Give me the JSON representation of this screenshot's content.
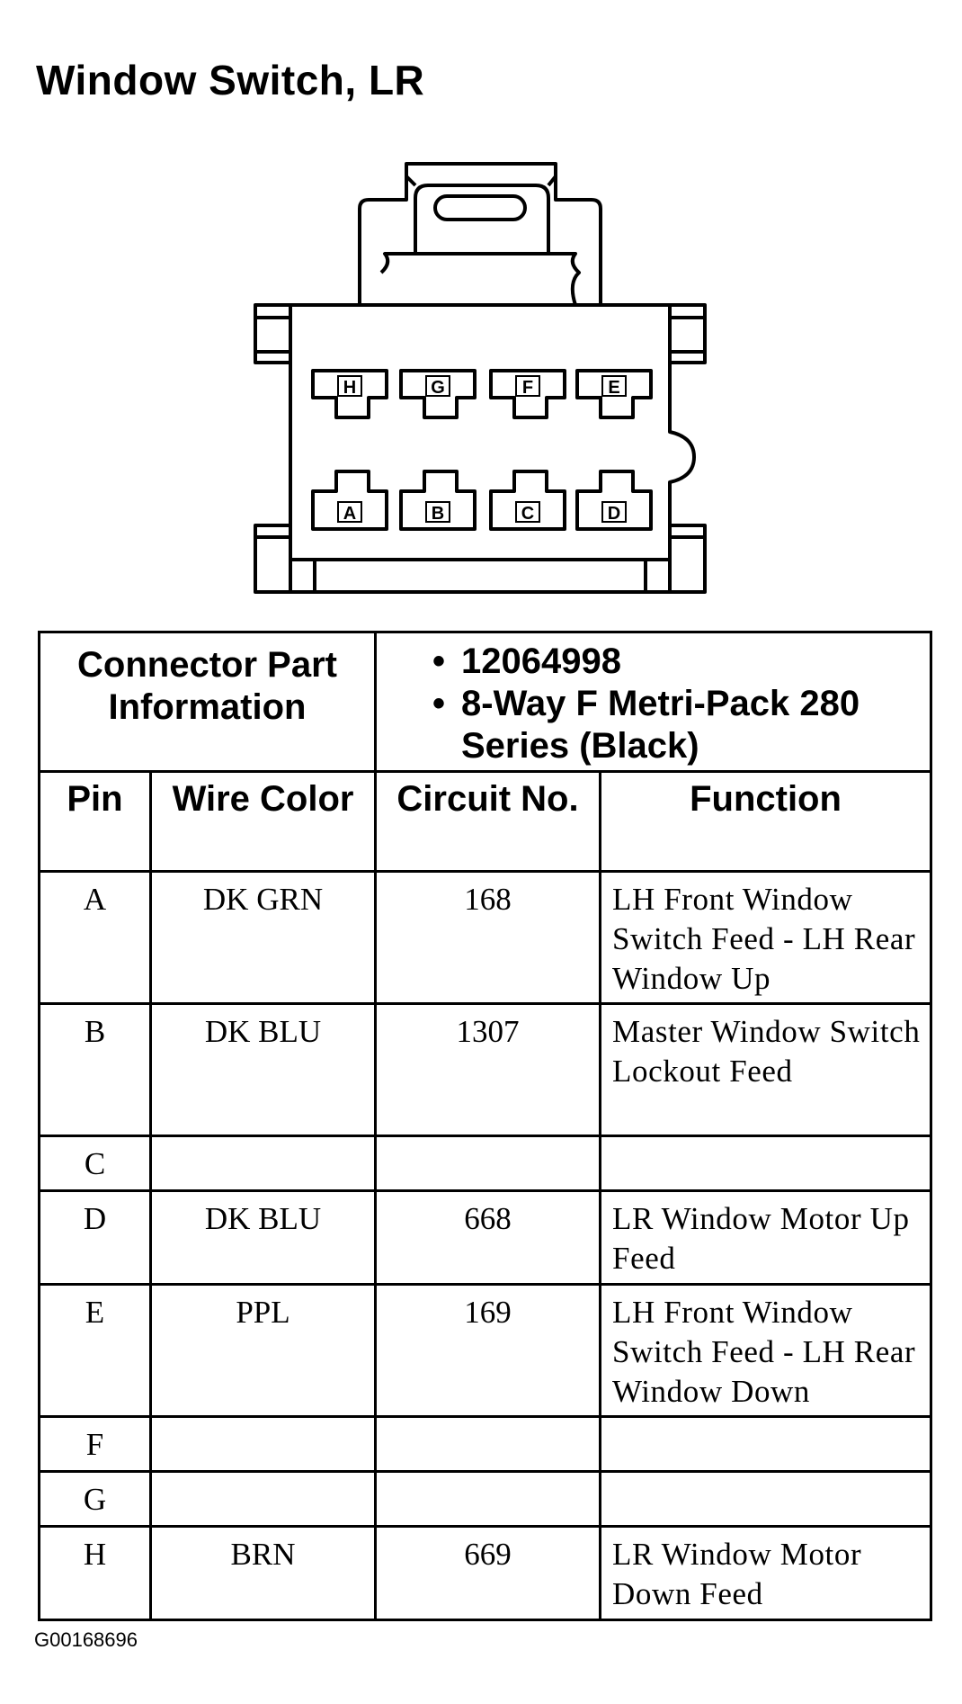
{
  "title": "Window Switch, LR",
  "connector": {
    "top_row": [
      "H",
      "G",
      "F",
      "E"
    ],
    "bottom_row": [
      "A",
      "B",
      "C",
      "D"
    ]
  },
  "table": {
    "info_label": "Connector Part Information",
    "info_items": [
      "12064998",
      "8-Way F Metri-Pack 280 Series (Black)"
    ],
    "headers": {
      "pin": "Pin",
      "wire_color": "Wire Color",
      "circuit_no": "Circuit No.",
      "function": "Function"
    },
    "rows": [
      {
        "pin": "A",
        "wire_color": "DK GRN",
        "circuit": "168",
        "function": "LH Front Window Switch Feed - LH Rear Window Up"
      },
      {
        "pin": "B",
        "wire_color": "DK BLU",
        "circuit": "1307",
        "function": "Master Window Switch Lockout Feed"
      },
      {
        "pin": "C",
        "wire_color": "",
        "circuit": "",
        "function": ""
      },
      {
        "pin": "D",
        "wire_color": "DK BLU",
        "circuit": "668",
        "function": "LR Window Motor Up Feed"
      },
      {
        "pin": "E",
        "wire_color": "PPL",
        "circuit": "169",
        "function": "LH Front Window Switch Feed - LH Rear Window Down"
      },
      {
        "pin": "F",
        "wire_color": "",
        "circuit": "",
        "function": ""
      },
      {
        "pin": "G",
        "wire_color": "",
        "circuit": "",
        "function": ""
      },
      {
        "pin": "H",
        "wire_color": "BRN",
        "circuit": "669",
        "function": "LR Window Motor Down Feed"
      }
    ]
  },
  "figure_id": "G00168696"
}
